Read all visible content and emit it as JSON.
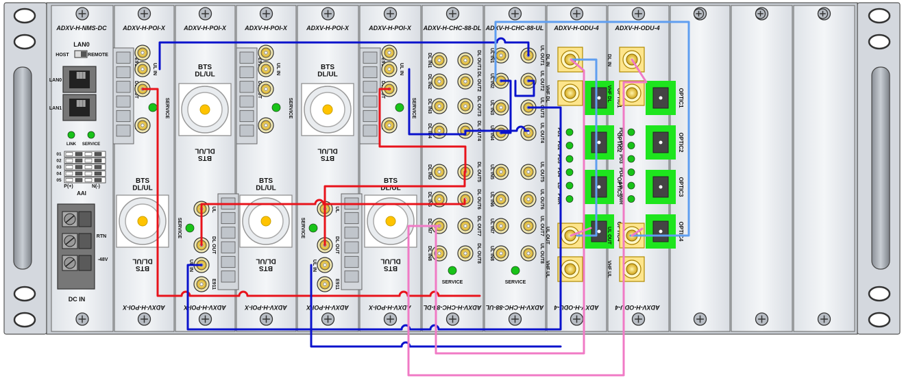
{
  "rack": {
    "modules": [
      {
        "name_top": "ADXV-H-NMS-DC",
        "name_bottom": ""
      },
      {
        "name_top": "ADXV-H-POI-X",
        "name_bottom": "ADXV-H-POI-X"
      },
      {
        "name_top": "ADXV-H-POI-X",
        "name_bottom": "ADXV-H-POI-X"
      },
      {
        "name_top": "ADXV-H-POI-X",
        "name_bottom": "ADXV-H-POI-X"
      },
      {
        "name_top": "ADXV-H-POI-X",
        "name_bottom": "ADXV-H-POI-X"
      },
      {
        "name_top": "ADXV-H-POI-X",
        "name_bottom": "ADXV-H-POI-X"
      },
      {
        "name_top": "ADXV-H-CHC-88-DL",
        "name_bottom": "ADXV-H-CHC-88-DL"
      },
      {
        "name_top": "ADXV-H-CHC-88-UL",
        "name_bottom": "ADXV-H-CHC-88-UL"
      },
      {
        "name_top": "ADXV-H-ODU-4",
        "name_bottom": "ADXV-H-ODU-4"
      },
      {
        "name_top": "ADXV-H-ODU-4",
        "name_bottom": "ADXV-H-ODU-4"
      }
    ],
    "nms": {
      "lan0_title": "LAN0",
      "host": "HOST",
      "remote": "REMOTE",
      "lan0": "LAN0",
      "lan1": "LAN1",
      "link": "LINK",
      "service": "SERVICE",
      "dip_rows": [
        "01",
        "02",
        "03",
        "04",
        "05"
      ],
      "p_label": "P(+)",
      "n_label": "N(-)",
      "aai": "AAI",
      "bts_dlul": "BTS\nDL/UL",
      "rtn": "RTN",
      "minus48": "-48V",
      "dc_in": "DC IN"
    },
    "poi": {
      "bts_dlul": "BTS\nDL/UL",
      "e911": "E911",
      "ul_in": "UL IN",
      "dl_out": "DL OUT",
      "ul": "UL",
      "service": "SERVICE"
    },
    "chc_dl": {
      "dl_in": [
        "DL IN1",
        "DL IN2",
        "DL IN3",
        "DL IN4",
        "DL IN5",
        "DL IN6",
        "DL IN7",
        "DL IN8"
      ],
      "dl_out": [
        "DL OUT1",
        "DL OUT2",
        "DL OUT3",
        "DL OUT4",
        "DL OUT5",
        "DL OUT6",
        "DL OUT7",
        "DL OUT8"
      ],
      "service": "SERVICE"
    },
    "chc_ul": {
      "ul_in": [
        "UL IN1",
        "UL IN2",
        "UL IN3",
        "UL IN4",
        "UL IN5",
        "UL IN6",
        "UL IN7",
        "UL IN8"
      ],
      "ul_out": [
        "UL OUT1",
        "UL OUT2",
        "UL OUT3",
        "UL OUT4",
        "UL OUT5",
        "UL OUT6",
        "UL OUT7",
        "UL OUT8"
      ],
      "service": "SERVICE"
    },
    "odu": {
      "dl_in": "DL IN",
      "vhf_dl": "VHF DL",
      "ul_out": "UL OUT",
      "vhf_ul": "VHF UL",
      "optic": [
        "OPTIC1",
        "OPTIC2",
        "OPTIC3",
        "OPTIC4"
      ],
      "leds": [
        "PD1",
        "PD2",
        "PD3",
        "PD4",
        "LD",
        "PWR"
      ]
    }
  },
  "colors": {
    "rack": "#d9dde3",
    "panel": "#eceff3",
    "led_green": "#19c319",
    "cable_red": "#e8131b",
    "cable_blue": "#0a12cc",
    "cable_lightblue": "#5f9ef0",
    "cable_pink": "#f07ac5",
    "optic_green": "#1ee51e",
    "sma_gold": "#d8b93a",
    "n_gold": "#ffc300"
  }
}
